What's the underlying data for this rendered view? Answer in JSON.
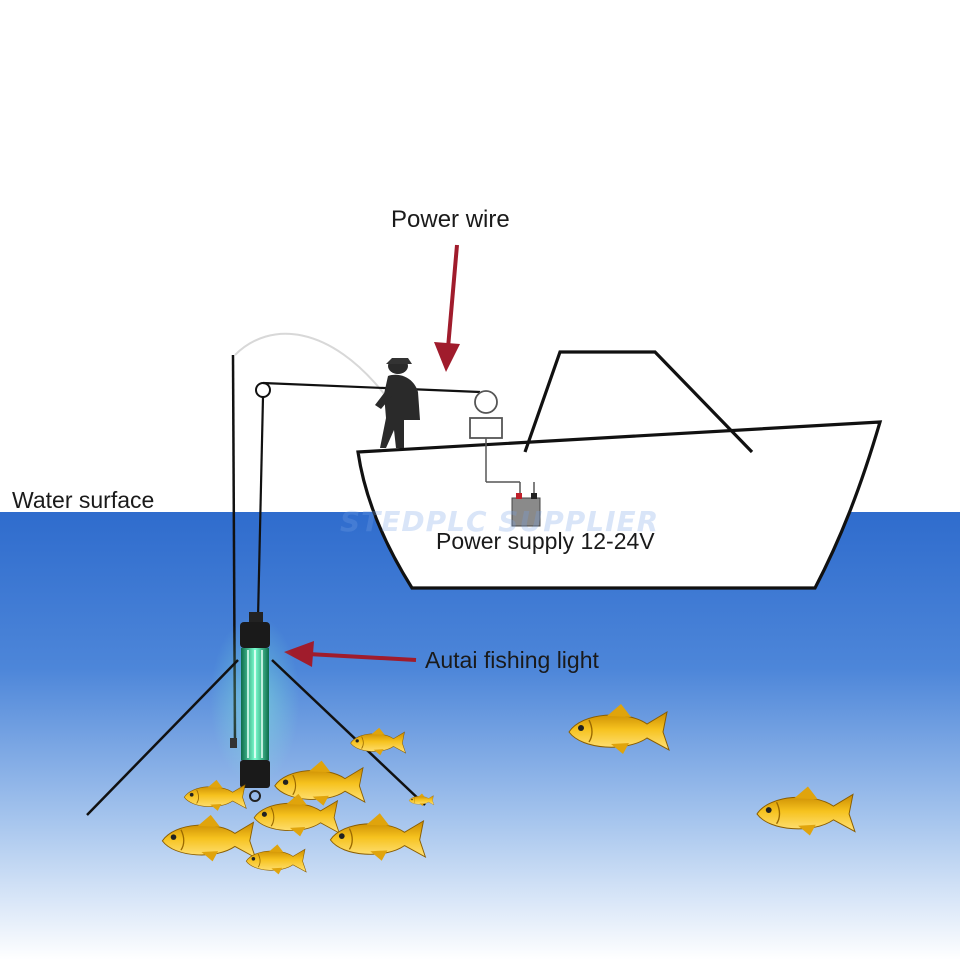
{
  "labels": {
    "water_surface": "Water surface",
    "power_wire": "Power wire",
    "power_supply": "Power supply 12-24V",
    "fishing_light": "Autai fishing light"
  },
  "watermark": "STEDPLC SUPPLIER",
  "colors": {
    "water_top": "#2f6ccd",
    "water_bottom": "#ffffff",
    "arrow": "#a01c2c",
    "light_glow": "#22e0a8",
    "fish_body": "#f2b81a",
    "outline": "#111111"
  },
  "icons": [
    "fisherman-icon",
    "battery-icon",
    "fish-icon",
    "pulley-icon"
  ]
}
